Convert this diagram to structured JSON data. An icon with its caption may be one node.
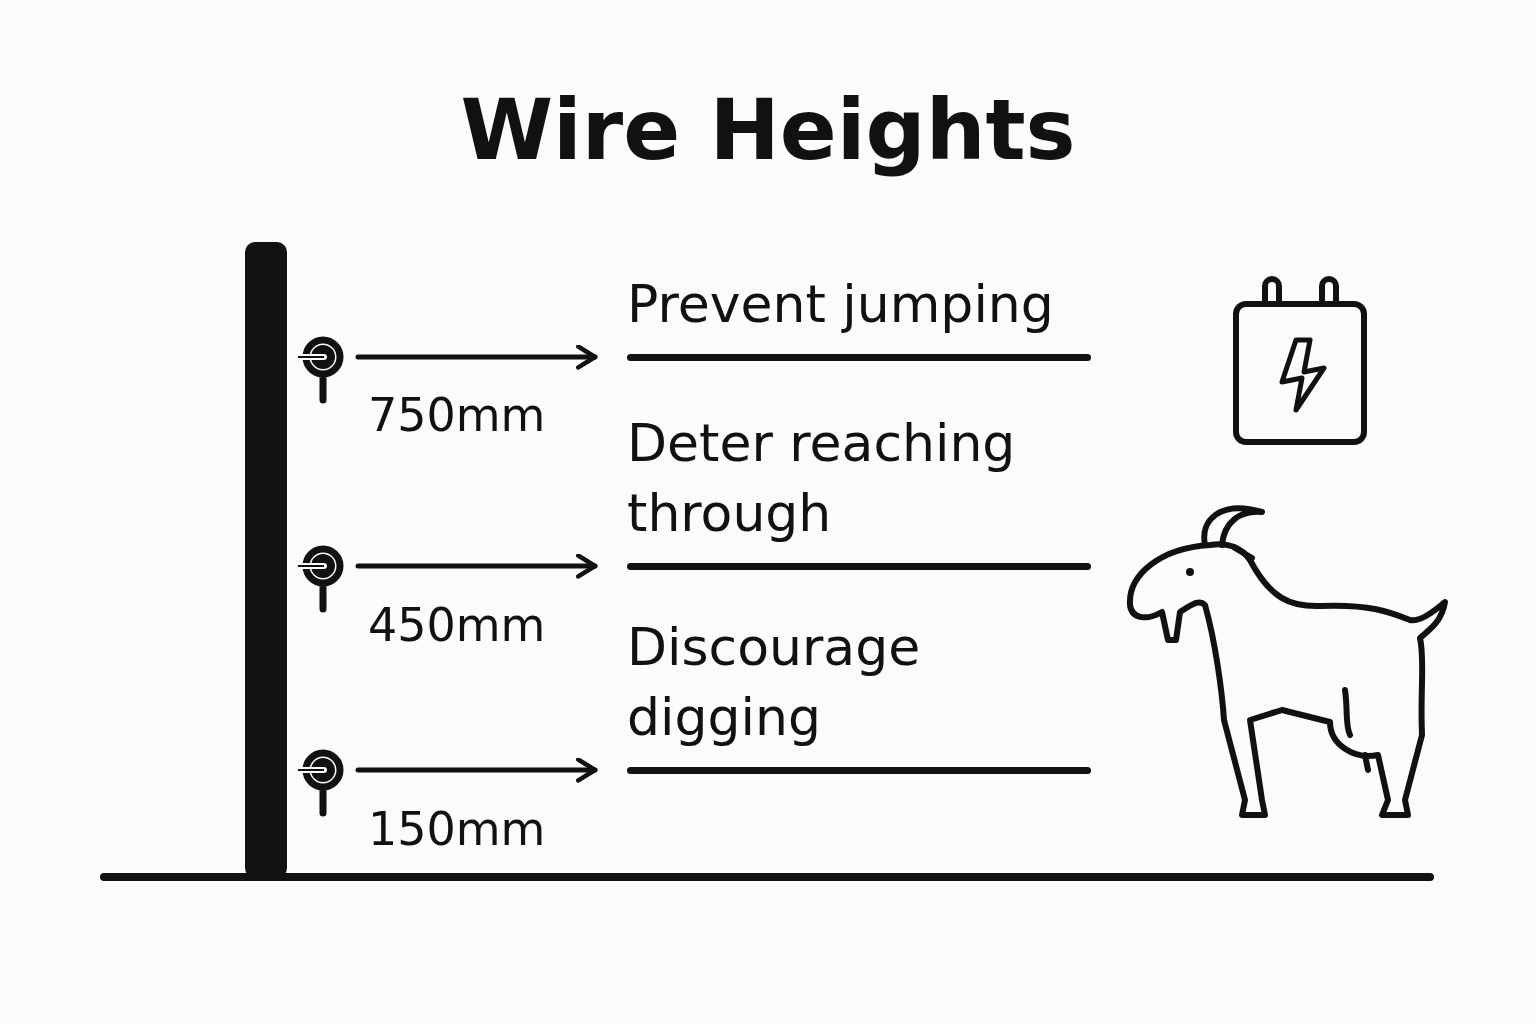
{
  "diagram": {
    "title": "Wire Heights",
    "nodes": [
      {
        "text": [],
        "shape": "picture"
      },
      {
        "text": [],
        "shape": "picture"
      },
      {
        "text": [],
        "shape": "picture"
      },
      {
        "text": [
          "Prevent jumping"
        ]
      },
      {
        "text": [
          "Deter reaching through"
        ]
      },
      {
        "text": [
          "Discourage digging"
        ]
      }
    ],
    "edges": [
      {
        "from": 0,
        "to": 3,
        "arrow": "to"
      },
      {
        "from": 1,
        "to": 4,
        "arrow": "to"
      },
      {
        "from": 2,
        "to": 5,
        "arrow": "to"
      }
    ],
    "labels": [
      "750mm",
      "450mm",
      "150mm"
    ]
  }
}
